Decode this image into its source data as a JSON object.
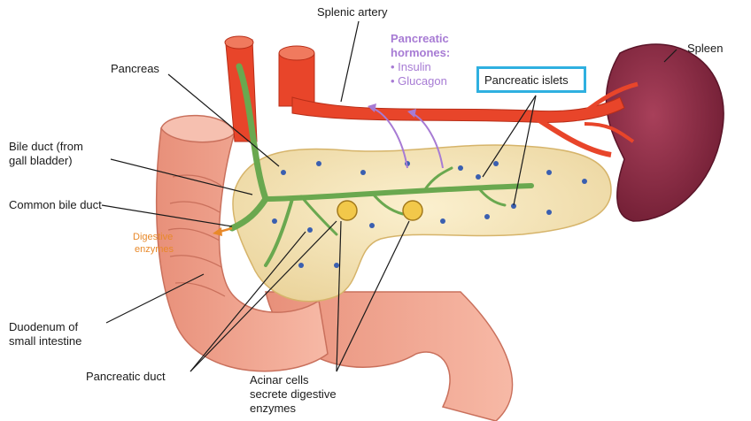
{
  "labels": {
    "splenic_artery": "Splenic artery",
    "pancreas": "Pancreas",
    "spleen": "Spleen",
    "hormones_title_1": "Pancreatic",
    "hormones_title_2": "hormones:",
    "insulin": "• Insulin",
    "glucagon": "• Glucagon",
    "pancreatic_islets": "Pancreatic islets",
    "bile_duct_1": "Bile duct (from",
    "bile_duct_2": "gall bladder)",
    "common_bile_duct": "Common bile duct",
    "digestive_1": "Digestive",
    "digestive_2": "enzymes",
    "duodenum_1": "Duodenum of",
    "duodenum_2": "small intestine",
    "pancreatic_duct": "Pancreatic duct",
    "acinar_1": "Acinar cells",
    "acinar_2": "secrete digestive",
    "acinar_3": "enzymes"
  },
  "colors": {
    "artery": "#e8452a",
    "spleen": "#8e2a44",
    "pancreas": "#f6e6b4",
    "duct": "#6aa84f",
    "intestine": "#f2a38c",
    "islet": "#3a5fb0",
    "hormone": "#a77bd4",
    "enzyme": "#e8892a",
    "highlight": "#2fb0e0"
  }
}
